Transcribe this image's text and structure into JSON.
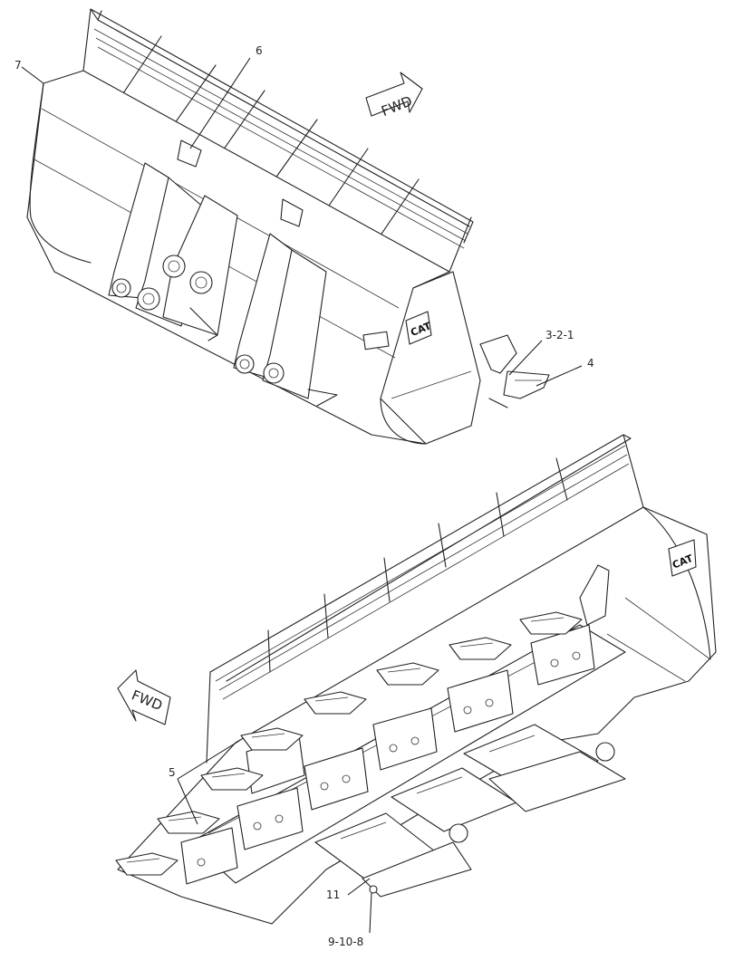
{
  "figure": {
    "callouts": [
      {
        "id": "c7",
        "label": "7"
      },
      {
        "id": "c6",
        "label": "6"
      },
      {
        "id": "c321",
        "label": "3-2-1"
      },
      {
        "id": "c4",
        "label": "4"
      },
      {
        "id": "c5",
        "label": "5"
      },
      {
        "id": "c11",
        "label": "11"
      },
      {
        "id": "c9108",
        "label": "9-10-8"
      }
    ],
    "arrows": {
      "top_label": "FWD",
      "bottom_label": "FWD"
    },
    "logos": {
      "top": "CAT",
      "bottom": "CAT"
    }
  }
}
